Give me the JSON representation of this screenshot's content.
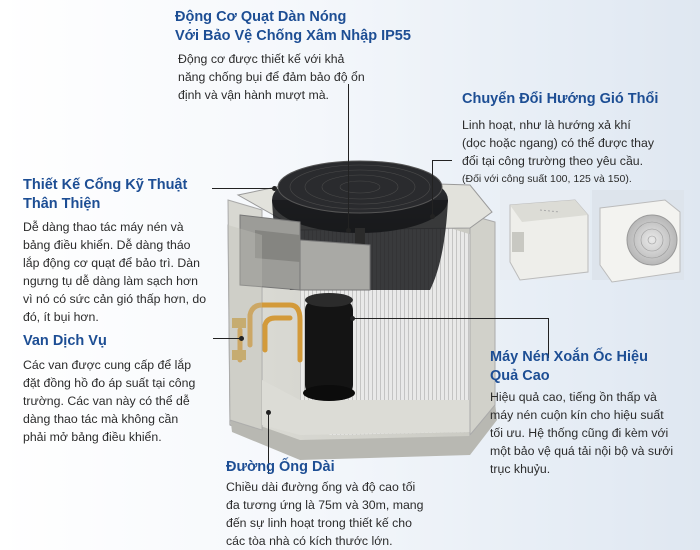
{
  "callouts": {
    "fan_motor": {
      "title_line1": "Động Cơ Quạt Dàn Nóng",
      "title_line2": "Với Bảo Vệ Chống Xâm Nhập IP55",
      "body": [
        "Động cơ được thiết kế với khả",
        "năng chống bụi để đảm bảo độ ổn",
        "định và vận hành mượt mà."
      ]
    },
    "airflow": {
      "title": "Chuyển Đổi Hướng Gió Thổi",
      "body": [
        "Linh hoạt, như là hướng xả khí",
        "(dọc hoặc ngang) có thể được thay",
        "đổi tại công trường theo yêu cầu."
      ],
      "note": "(Đối với công suất 100, 125 và 150)."
    },
    "design": {
      "title_line1": "Thiết Kế Cổng Kỹ Thuật",
      "title_line2": "Thân Thiện",
      "body": [
        "Dễ dàng thao tác máy nén và",
        "bảng điều khiển. Dễ dàng tháo",
        "lắp động cơ quạt để bảo trì. Dàn",
        "ngưng tụ dễ dàng làm sạch hơn",
        "vì nó có sức cản gió thấp hơn, do",
        "đó, ít bụi hơn."
      ]
    },
    "valve": {
      "title": "Van Dịch Vụ",
      "body": [
        "Các van được cung cấp để lắp",
        "đặt đồng hồ đo áp suất tại công",
        "trường. Các van này có thể dễ",
        "dàng thao tác mà không cần",
        "phải mở bảng điều khiển."
      ]
    },
    "compressor": {
      "title_line1": "Máy Nén Xoắn Ốc Hiệu",
      "title_line2": "Quả Cao",
      "body": [
        "Hiệu quả cao, tiếng ồn thấp và",
        "máy nén cuộn kín cho hiệu suất",
        "tối ưu. Hệ thống cũng đi kèm với",
        "một bảo vệ quá tải nội bộ và sưởi",
        "trục khuỷu."
      ]
    },
    "piping": {
      "title": "Đường Ống Dài",
      "body": [
        "Chiều dài đường ống và độ cao tối",
        "đa tương ứng là 75m và 30m, mang",
        "đến sự linh hoạt trong thiết kế cho",
        "các tòa nhà có kích thước lớn."
      ]
    }
  },
  "colors": {
    "heading": "#1d4e94",
    "text": "#2b2b2b",
    "pipe": "#d39a3a"
  }
}
